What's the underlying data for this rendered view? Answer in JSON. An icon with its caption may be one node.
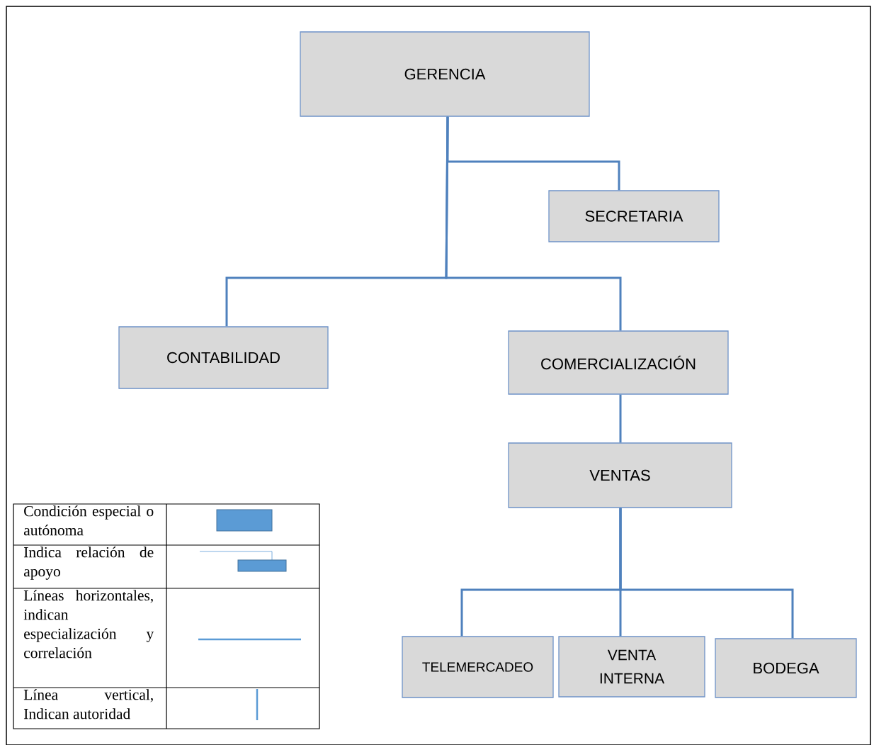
{
  "diagram": {
    "nodes": [
      {
        "text": [
          "GERENCIA"
        ]
      },
      {
        "text": [
          "SECRETARIA"
        ]
      },
      {
        "text": [
          "CONTABILIDAD"
        ]
      },
      {
        "text": [
          "COMERCIALIZACIÓN"
        ]
      },
      {
        "text": [
          "VENTAS"
        ]
      },
      {
        "text": [
          "TELEMERCADEO"
        ]
      },
      {
        "text": [
          "VENTA INTERNA"
        ]
      },
      {
        "text": [
          "BODEGA"
        ]
      }
    ],
    "edges": [
      {
        "from": 0,
        "to": 1,
        "arrow": "none"
      },
      {
        "from": 0,
        "to": 2,
        "arrow": "none"
      },
      {
        "from": 0,
        "to": 3,
        "arrow": "none"
      },
      {
        "from": 3,
        "to": 4,
        "arrow": "none"
      },
      {
        "from": 4,
        "to": 5,
        "arrow": "none"
      },
      {
        "from": 4,
        "to": 6,
        "arrow": "none"
      },
      {
        "from": 4,
        "to": 7,
        "arrow": "none"
      }
    ],
    "legend": [
      {
        "text": "Condición especial o autónoma",
        "color": "#5b9bd5"
      },
      {
        "text": "Indica relación de apoyo"
      },
      {
        "text": "Líneas horizontales, indican especialización y correlación"
      },
      {
        "text": "Línea vertical, Indican autoridad"
      }
    ]
  }
}
